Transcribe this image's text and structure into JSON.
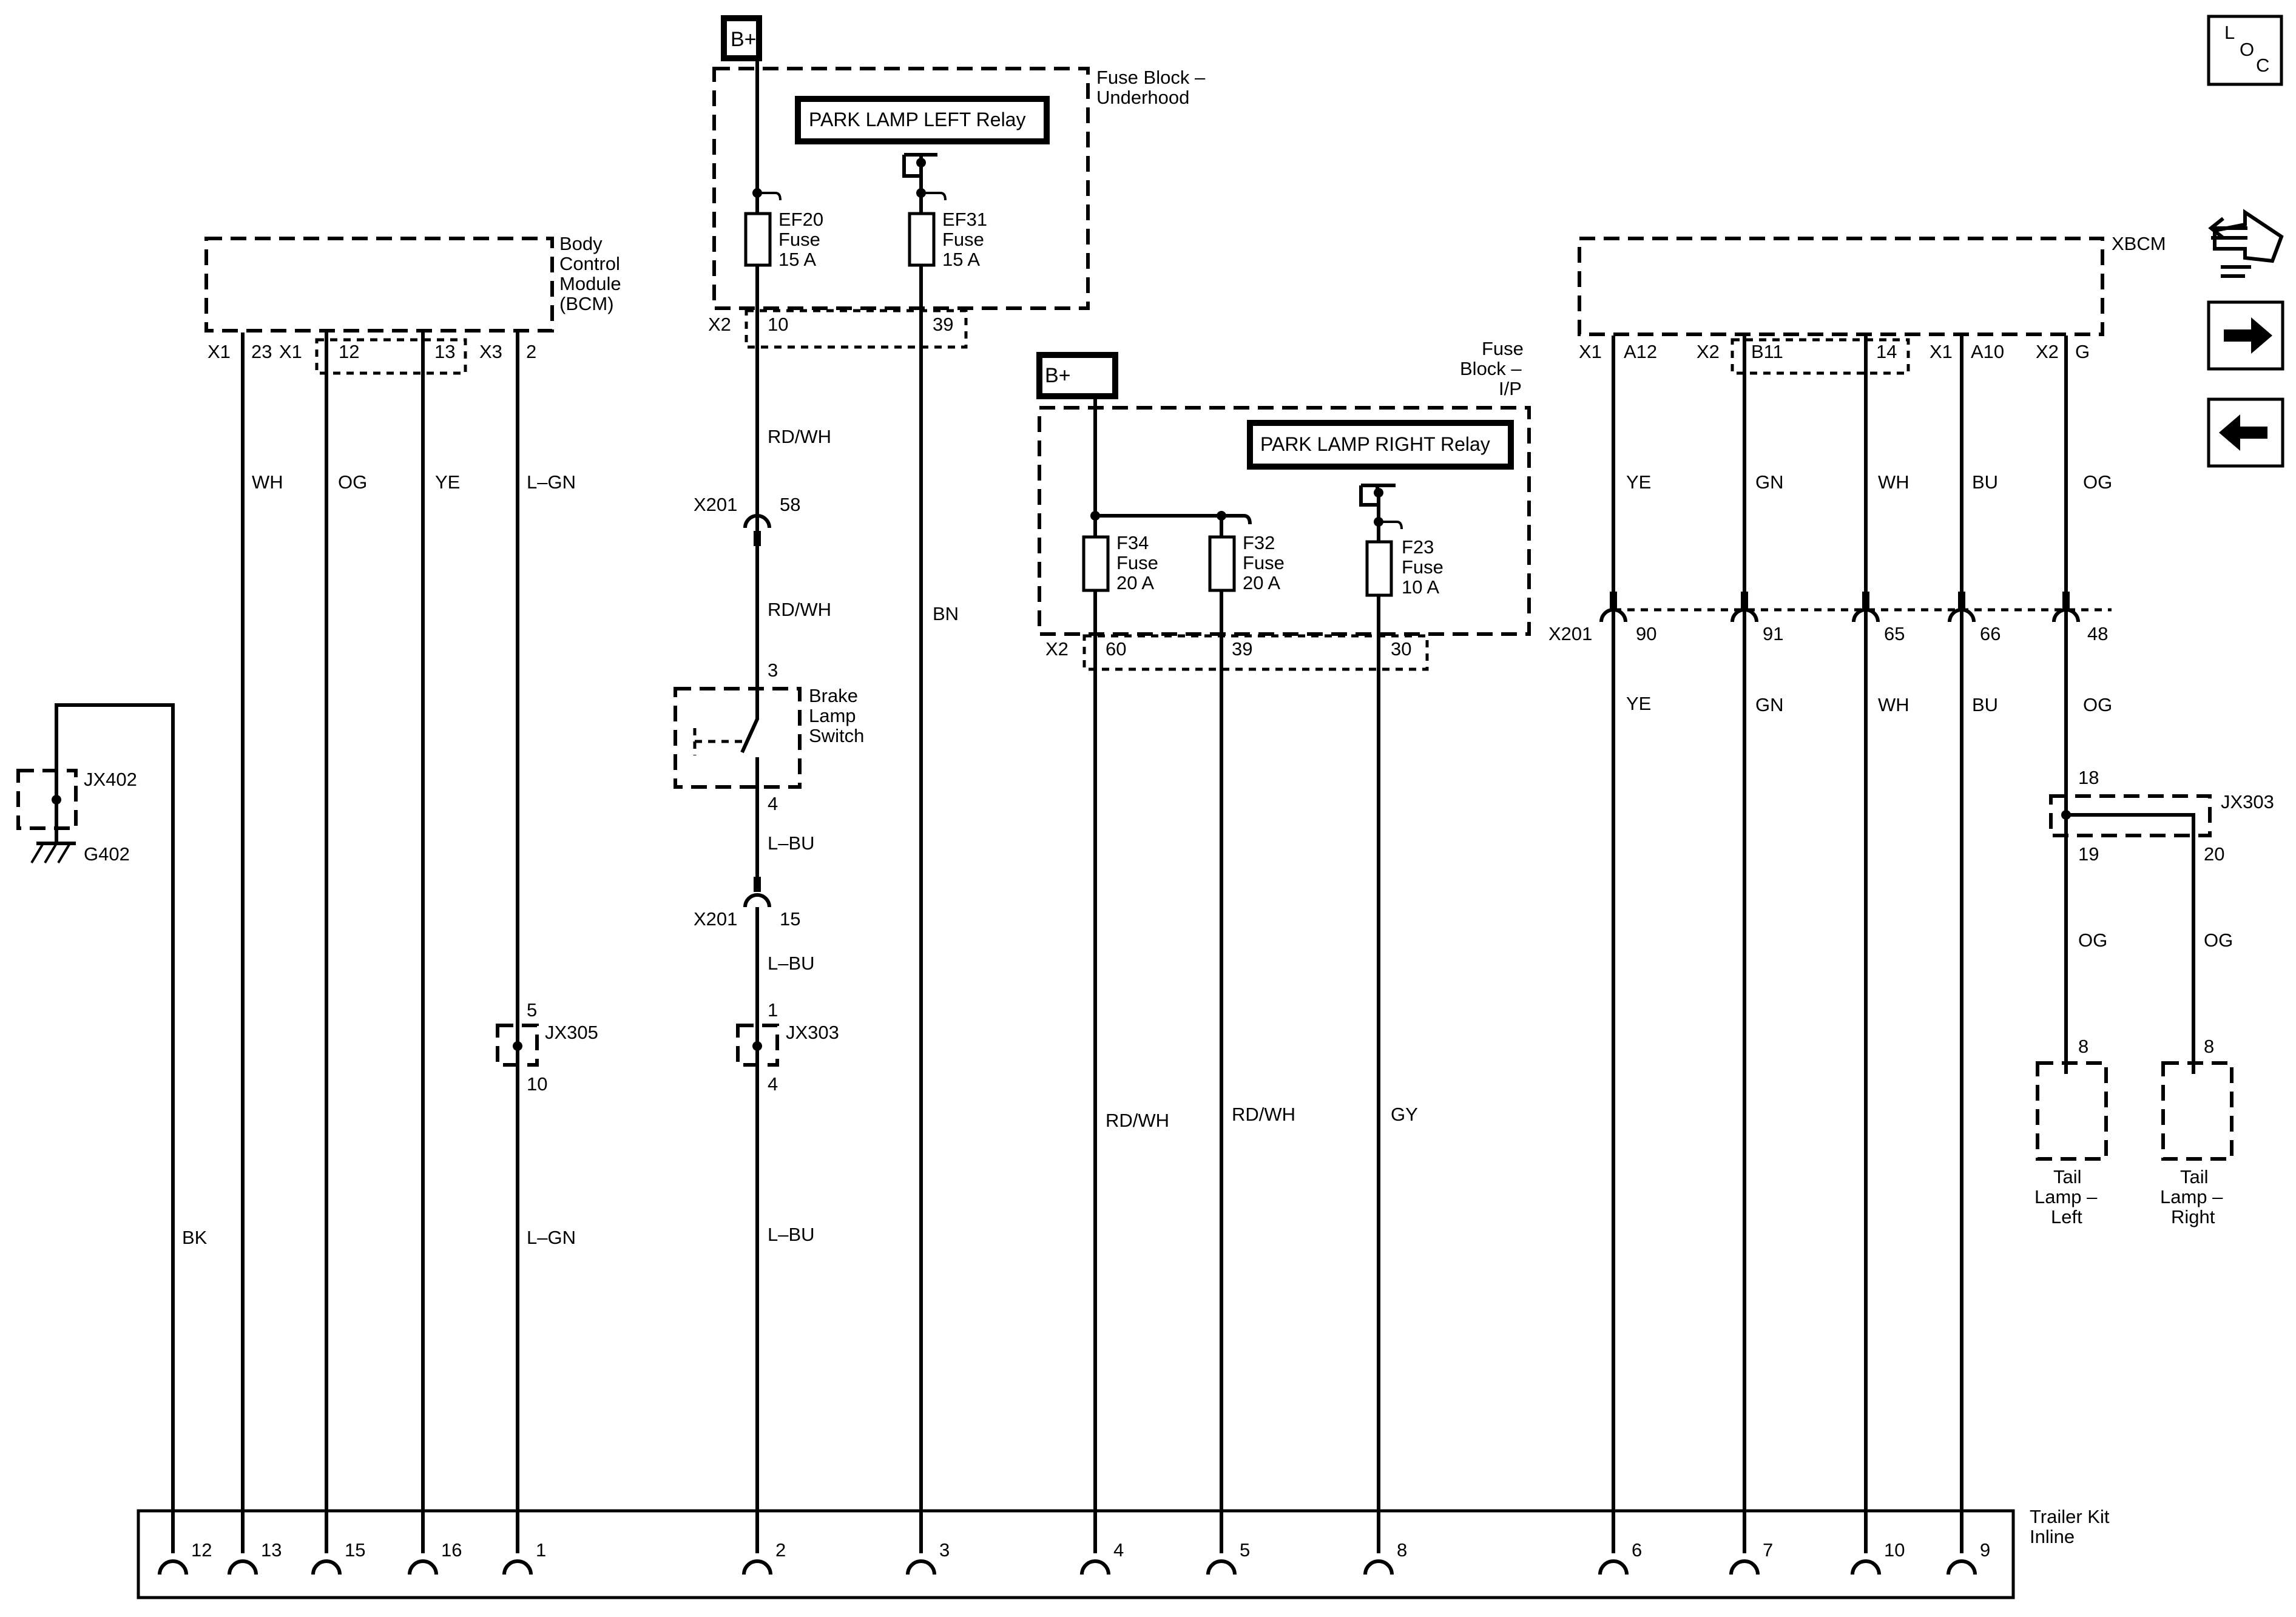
{
  "power": {
    "b_plus_1": "B+",
    "b_plus_2": "B+"
  },
  "loc_box": {
    "l": "L",
    "o": "O",
    "c": "C"
  },
  "bcm": {
    "name": [
      "Body",
      "Control",
      "Module",
      "(BCM)"
    ],
    "conn1": "X1",
    "pin1": "23",
    "conn2": "X1",
    "pin2": "12",
    "pin3": "13",
    "conn4": "X3",
    "pin4": "2"
  },
  "bcm_wires": {
    "w1": "WH",
    "w2": "OG",
    "w3": "YE",
    "w4": "L–GN",
    "w4b": "L–GN"
  },
  "fuse_block_underhood": {
    "name": [
      "Fuse Block –",
      "Underhood"
    ],
    "relay": "PARK LAMP LEFT Relay",
    "ef20": [
      "EF20",
      "Fuse",
      "15 A"
    ],
    "ef31": [
      "EF31",
      "Fuse",
      "15 A"
    ],
    "conn": "X2",
    "pin_a": "10",
    "pin_b": "39"
  },
  "left_chain": {
    "wire1": "RD/WH",
    "x201_a": "X201",
    "x201_a_pin": "58",
    "wire2": "RD/WH",
    "switch_pin_top": "3",
    "switch_name": [
      "Brake",
      "Lamp",
      "Switch"
    ],
    "switch_pin_bot": "4",
    "wire3": "L–BU",
    "x201_b": "X201",
    "x201_b_pin": "15",
    "wire4": "L–BU",
    "jx303_pin_top": "1",
    "jx303": "JX303",
    "jx303_pin_bot": "4",
    "wire5": "L–BU",
    "bn": "BN"
  },
  "jx305": {
    "pin_top": "5",
    "name": "JX305",
    "pin_bot": "10"
  },
  "ground": {
    "splice": "JX402",
    "ground": "G402",
    "wire": "BK"
  },
  "fuse_block_ip": {
    "name": [
      "Fuse",
      "Block –",
      "I/P"
    ],
    "relay": "PARK LAMP RIGHT Relay",
    "f34": [
      "F34",
      "Fuse",
      "20 A"
    ],
    "f32": [
      "F32",
      "Fuse",
      "20 A"
    ],
    "f23": [
      "F23",
      "Fuse",
      "10 A"
    ],
    "conn": "X2",
    "pin_a": "60",
    "pin_b": "39",
    "pin_c": "30",
    "w1": "RD/WH",
    "w2": "RD/WH",
    "w3": "GY"
  },
  "xbcm": {
    "name": "XBCM",
    "c1": "X1",
    "p1": "A12",
    "c2": "X2",
    "p2": "B11",
    "p3": "14",
    "c4": "X1",
    "p4": "A10",
    "c5": "X2",
    "p5": "G",
    "w1": "YE",
    "w2": "GN",
    "w3": "WH",
    "w4": "BU",
    "w5": "OG",
    "x201": "X201",
    "x1": "90",
    "x2": "91",
    "x3": "65",
    "x4": "66",
    "x5": "48",
    "w1b": "YE",
    "w2b": "GN",
    "w3b": "WH",
    "w4b": "BU",
    "w5b": "OG"
  },
  "jx303_right": {
    "pin_top": "18",
    "name": "JX303",
    "pin_l": "19",
    "pin_r": "20",
    "wl": "OG",
    "wr": "OG",
    "pl": "8",
    "pr": "8",
    "tail_left": [
      "Tail",
      "Lamp –",
      "Left"
    ],
    "tail_right": [
      "Tail",
      "Lamp –",
      "Right"
    ]
  },
  "trailer": {
    "name": [
      "Trailer Kit",
      "Inline"
    ],
    "pins": [
      "12",
      "13",
      "15",
      "16",
      "1",
      "2",
      "3",
      "4",
      "5",
      "8",
      "6",
      "7",
      "10",
      "9"
    ]
  }
}
